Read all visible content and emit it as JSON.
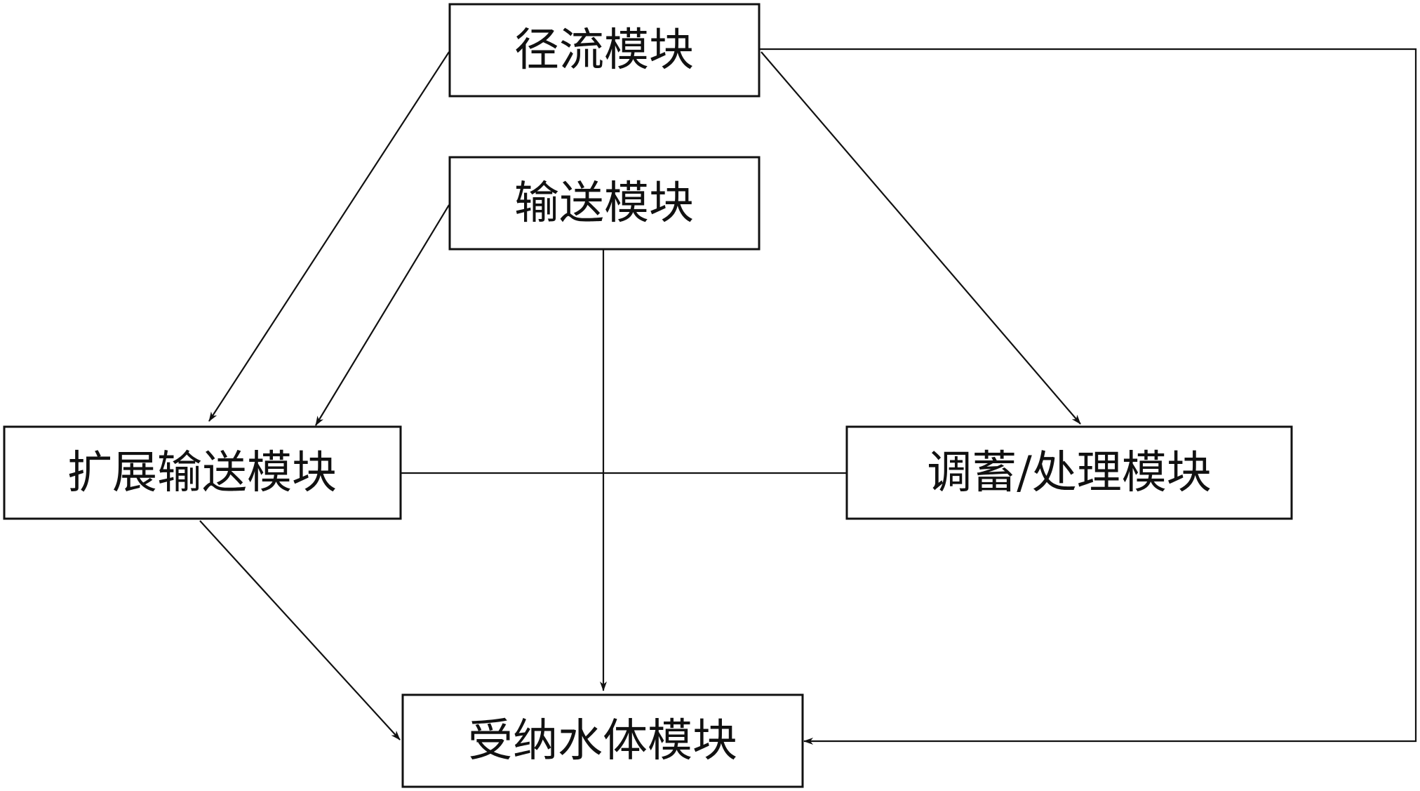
{
  "diagram": {
    "nodes": {
      "runoff": {
        "label": "径流模块"
      },
      "conveyance": {
        "label": "输送模块"
      },
      "extended_conveyance": {
        "label": "扩展输送模块"
      },
      "storage_treatment": {
        "label": "调蓄/处理模块"
      },
      "receiving_water": {
        "label": "受纳水体模块"
      }
    },
    "edges": [
      {
        "from": "runoff",
        "to": "extended_conveyance",
        "directed": true
      },
      {
        "from": "runoff",
        "to": "storage_treatment",
        "directed": true
      },
      {
        "from": "runoff",
        "to": "receiving_water",
        "directed": true,
        "routing": "right-side loop"
      },
      {
        "from": "conveyance",
        "to": "extended_conveyance",
        "directed": true
      },
      {
        "from": "conveyance",
        "to": "receiving_water",
        "directed": true
      },
      {
        "from": "extended_conveyance",
        "to": "receiving_water",
        "directed": true
      },
      {
        "from": "extended_conveyance",
        "to": "storage_treatment",
        "directed": false
      }
    ]
  },
  "colors": {
    "line": "#111111",
    "box_fill": "#ffffff",
    "background": "#ffffff"
  }
}
